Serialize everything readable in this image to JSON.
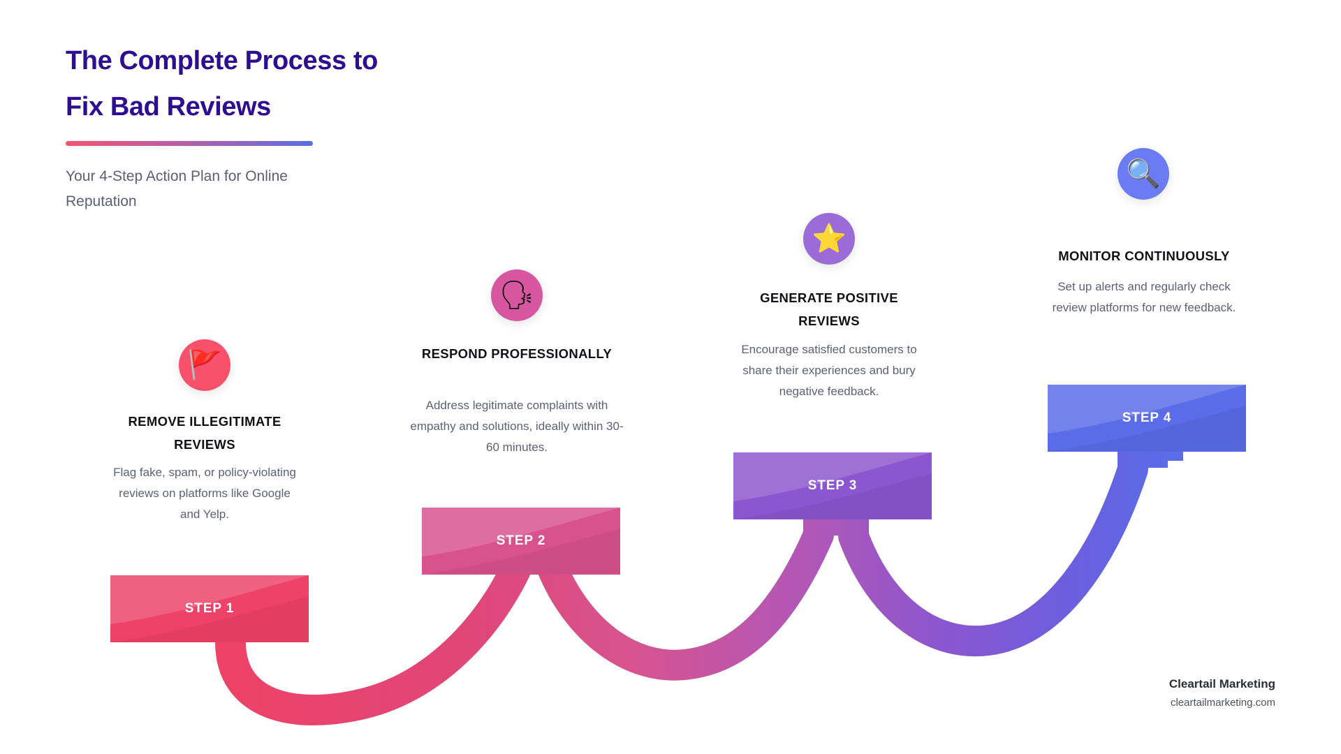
{
  "header": {
    "title_line1": "The Complete Process to",
    "title_line2": "Fix Bad Reviews",
    "subtitle": "Your 4-Step Action Plan for Online Reputation",
    "title_color": "#2e0d92",
    "rule_gradient_from": "#f2556e",
    "rule_gradient_to": "#5a6fe0"
  },
  "steps": [
    {
      "badge": "STEP 1",
      "title": "REMOVE ILLEGITIMATE REVIEWS",
      "description": "Flag fake, spam, or policy-violating reviews on platforms like Google and Yelp.",
      "icon": "triangular-flag-icon",
      "icon_glyph": "🚩",
      "circle_color": "#f9506c",
      "box_color": "#ee4268"
    },
    {
      "badge": "STEP 2",
      "title": "RESPOND PROFESSIONALLY",
      "description": "Address legitimate complaints with empathy and solutions, ideally within 30-60 minutes.",
      "icon": "speaking-head-icon",
      "icon_glyph": "🗣",
      "circle_color": "#d6569f",
      "box_color": "#d8538e"
    },
    {
      "badge": "STEP 3",
      "title": "GENERATE POSITIVE REVIEWS",
      "description": "Encourage satisfied customers to share their experiences and bury negative feedback.",
      "icon": "star-icon",
      "icon_glyph": "⭐",
      "circle_color": "#9b6bd8",
      "box_color": "#8b56cf"
    },
    {
      "badge": "STEP 4",
      "title": "MONITOR CONTINUOUSLY",
      "description": "Set up alerts and regularly check review platforms for new feedback.",
      "icon": "magnifying-glass-icon",
      "icon_glyph": "🔍",
      "circle_color": "#6b7bf3",
      "box_color": "#5a6ce8"
    }
  ],
  "brand": {
    "name": "Cleartail Marketing",
    "url": "cleartailmarketing.com"
  }
}
